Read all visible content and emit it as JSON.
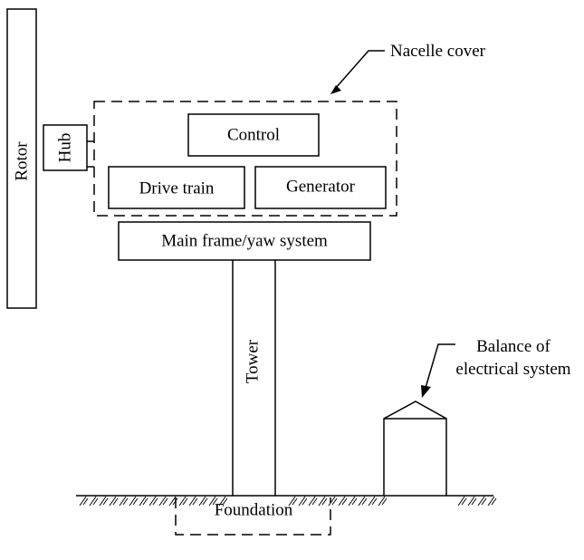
{
  "components": {
    "rotor": "Rotor",
    "hub": "Hub",
    "control": "Control",
    "drive_train": "Drive train",
    "generator": "Generator",
    "main_frame": "Main frame/yaw system",
    "tower": "Tower",
    "foundation": "Foundation",
    "nacelle_cover": "Nacelle cover",
    "balance_line1": "Balance of",
    "balance_line2": "electrical system"
  }
}
